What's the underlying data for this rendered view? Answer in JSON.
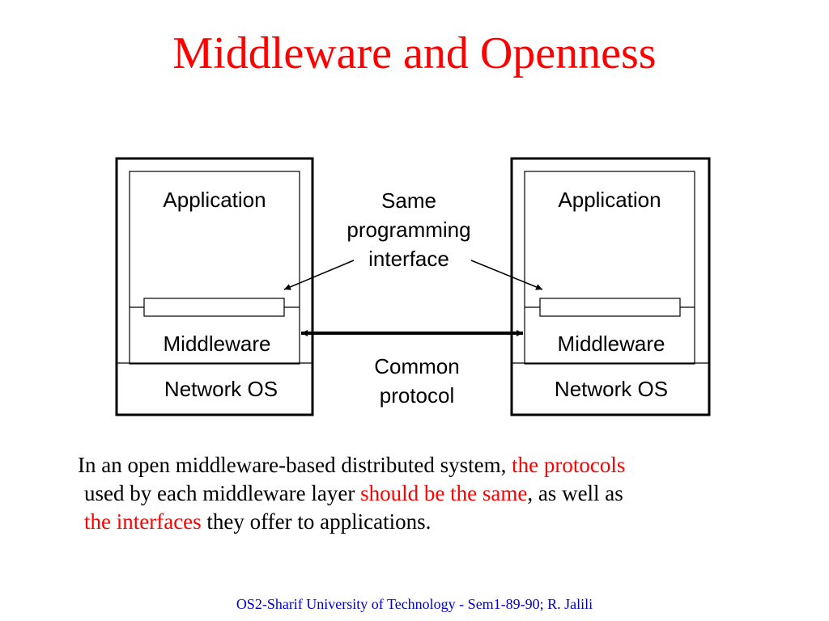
{
  "title": "Middleware and Openness",
  "diagram": {
    "left_node": {
      "application": "Application",
      "middleware": "Middleware",
      "network_os": "Network OS"
    },
    "right_node": {
      "application": "Application",
      "middleware": "Middleware",
      "network_os": "Network OS"
    },
    "interface_label": [
      "Same",
      "programming",
      "interface"
    ],
    "protocol_label": [
      "Common",
      "protocol"
    ]
  },
  "body": {
    "line1_plain": "In an open middleware-based distributed system, ",
    "line1_red": "the protocols",
    "line2_plain": "used by each middleware layer ",
    "line2_red": "should be the same",
    "line2_tail": ", as well as",
    "line3_red": "the interfaces",
    "line3_plain": " they offer to applications."
  },
  "footer": "OS2-Sharif University of Technology -  Sem1-89-90; R. Jalili",
  "colors": {
    "title": "#ff0000",
    "highlight": "#ff0000",
    "footer": "#0000cc",
    "diagram_line": "#000000"
  }
}
